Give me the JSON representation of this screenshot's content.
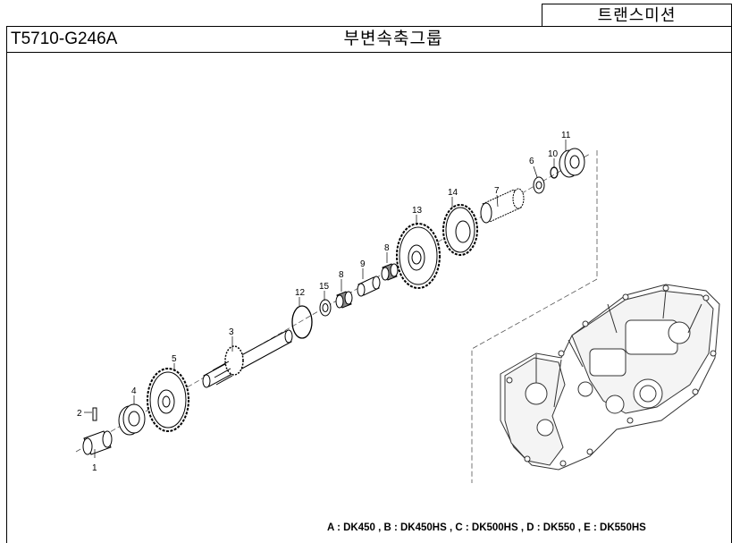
{
  "header": {
    "section": "트랜스미션",
    "part_code": "T5710-G246A",
    "group_title": "부변속축그룹"
  },
  "callouts": [
    "1",
    "2",
    "3",
    "4",
    "5",
    "6",
    "7",
    "8",
    "8",
    "9",
    "10",
    "11",
    "12",
    "13",
    "14",
    "15"
  ],
  "legend": "A : DK450 , B : DK450HS , C : DK500HS , D : DK550 , E : DK550HS"
}
